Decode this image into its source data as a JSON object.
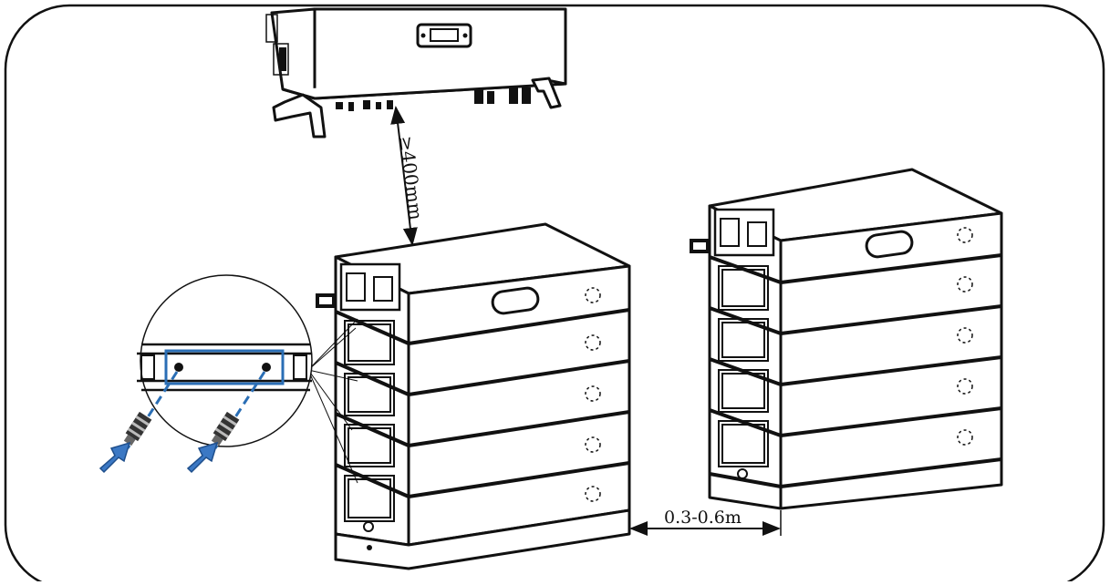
{
  "diagram": {
    "clearance_label": "≥400mm",
    "spacing_label": "0.3-0.6m",
    "colors": {
      "line": "#111111",
      "accent_blue": "#2a6eb5",
      "arrow_blue": "#3b78c4",
      "background": "#ffffff"
    },
    "icons": [
      "inverter",
      "battery-stack-left",
      "battery-stack-right",
      "zoom-detail-circle",
      "screw",
      "insert-arrow",
      "dimension-arrow"
    ]
  }
}
